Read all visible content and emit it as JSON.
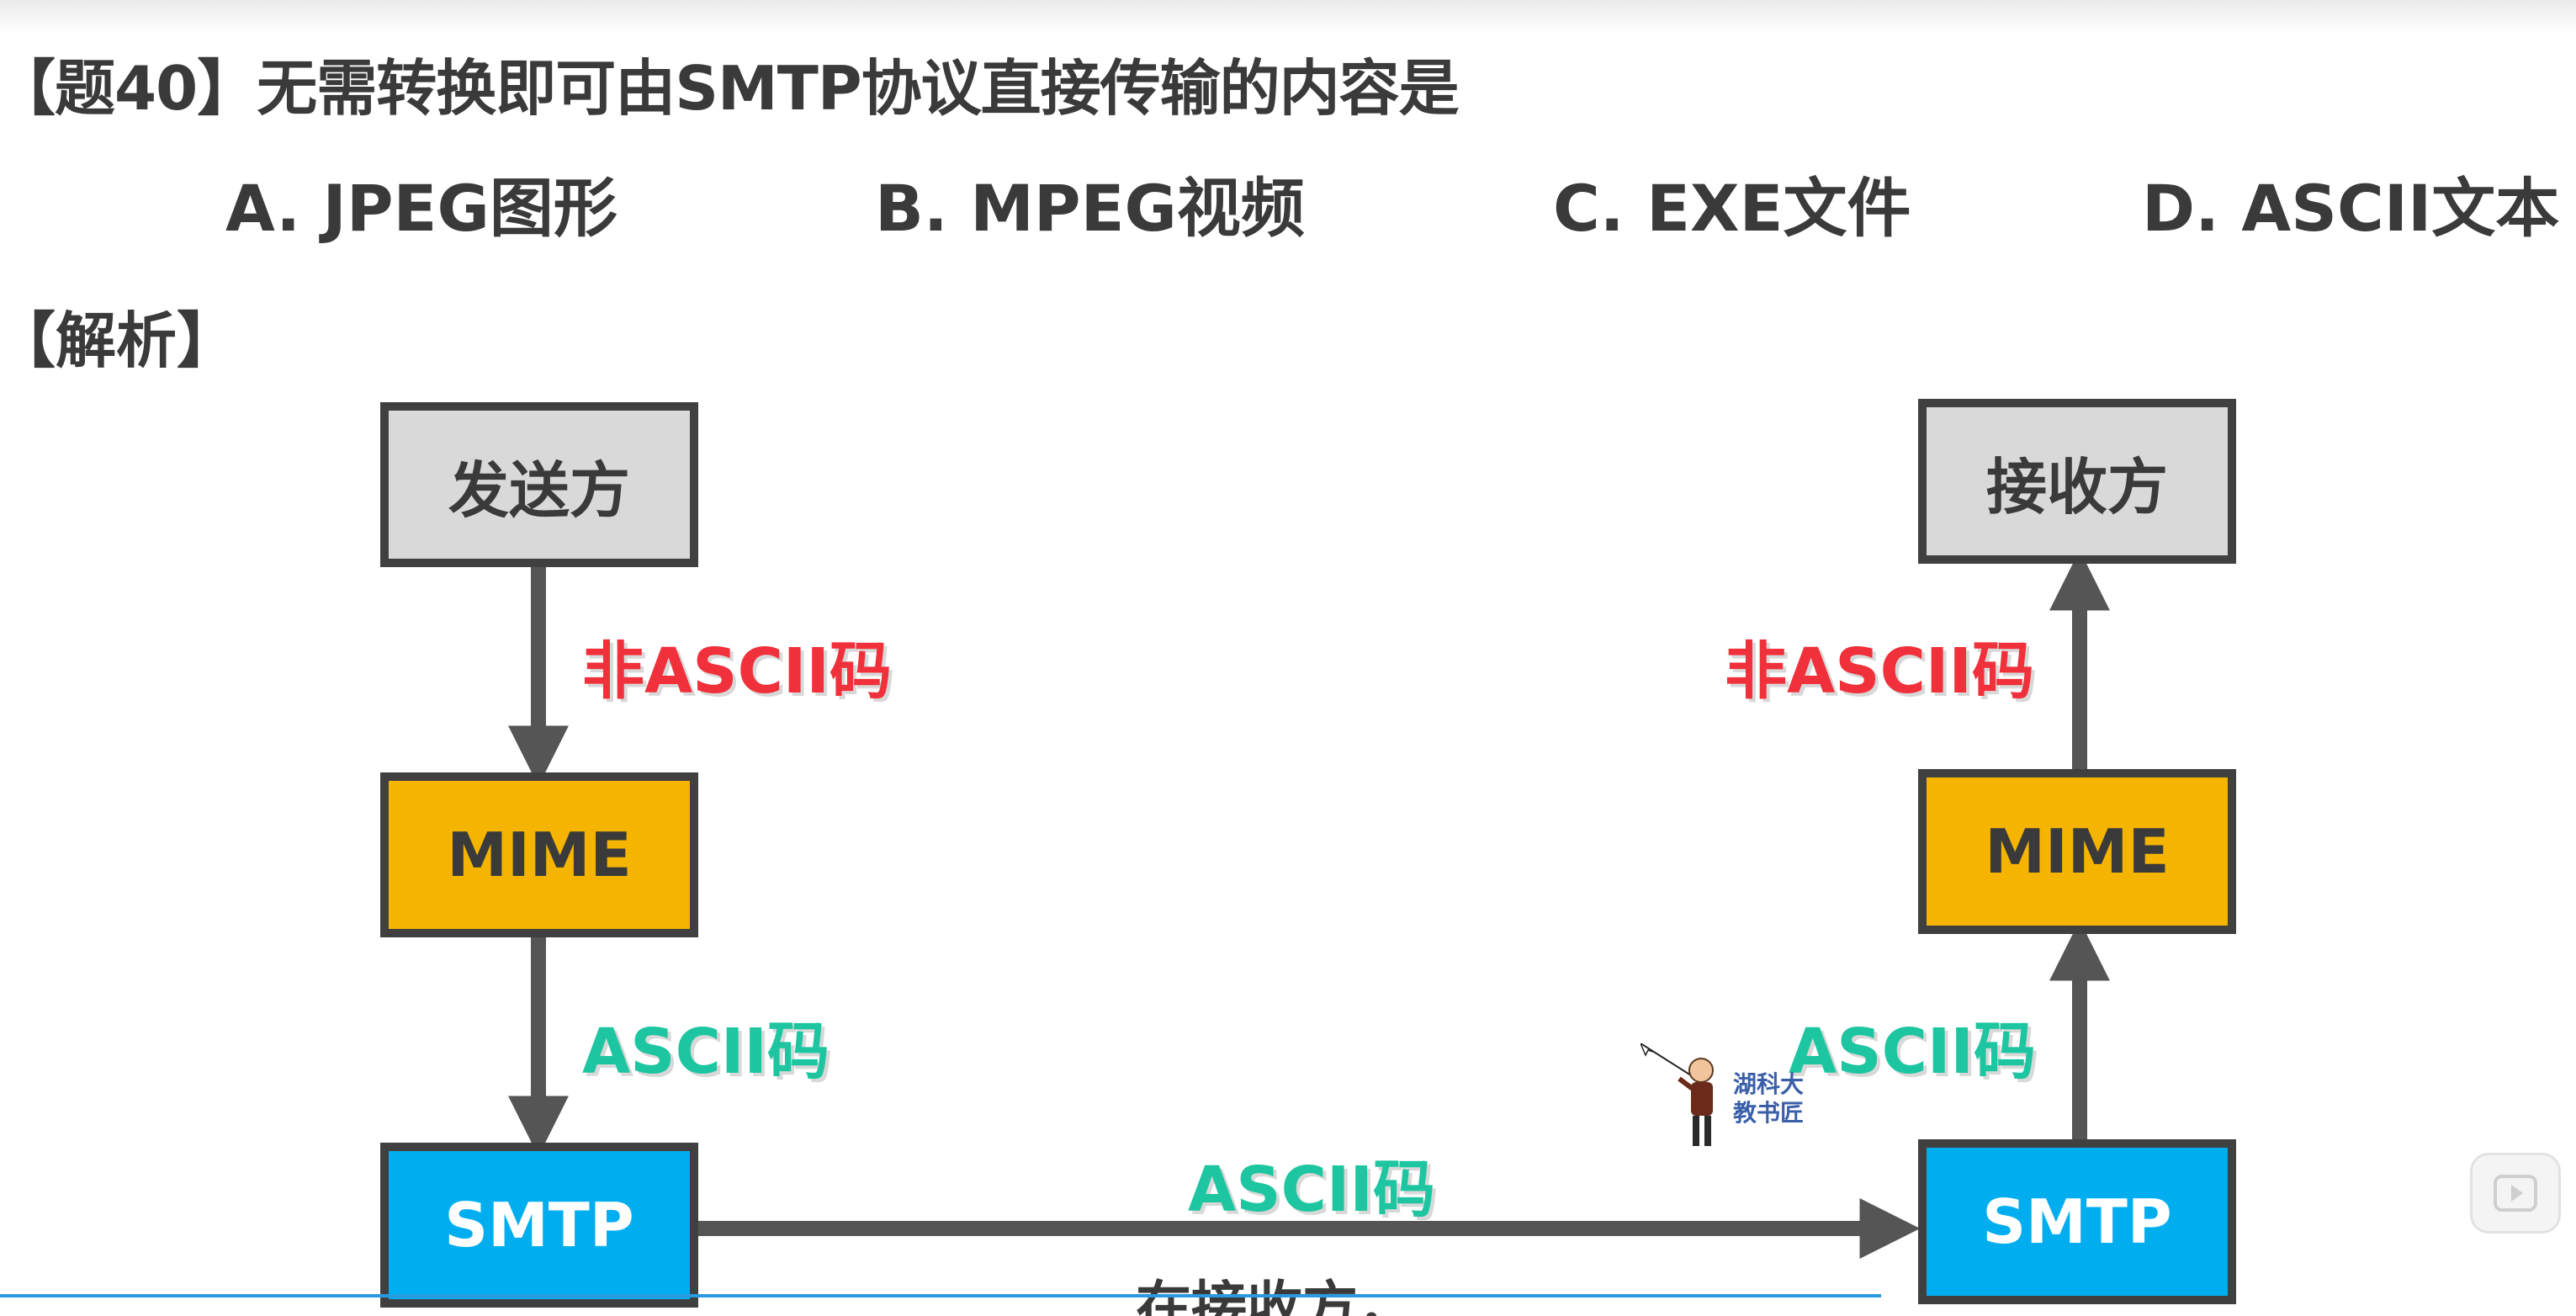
{
  "question": {
    "title": "【题40】无需转换即可由SMTP协议直接传输的内容是",
    "options": [
      {
        "label": "A. JPEG图形"
      },
      {
        "label": "B. MPEG视频"
      },
      {
        "label": "C. EXE文件"
      },
      {
        "label": "D. ASCII文本"
      }
    ]
  },
  "analysis": {
    "label": "【解析】"
  },
  "diagram": {
    "sender": {
      "top_label": "发送方",
      "mime_label": "MIME",
      "smtp_label": "SMTP",
      "edge_top_label": "非ASCII码",
      "edge_bottom_label": "ASCII码"
    },
    "receiver": {
      "top_label": "接收方",
      "mime_label": "MIME",
      "smtp_label": "SMTP",
      "edge_top_label": "非ASCII码",
      "edge_bottom_label": "ASCII码"
    },
    "transfer_label": "ASCII码",
    "colors": {
      "box_gray": "#d9d9d9",
      "box_yellow": "#f5b400",
      "box_blue": "#00aeef",
      "border": "#404040",
      "label_red": "#f0303a",
      "label_green": "#1dc6a0"
    }
  },
  "watermark": {
    "line1": "湖科大",
    "line2": "教书匠"
  },
  "subtitle": "在接收方，",
  "player": {
    "icon": "video-play-icon"
  }
}
